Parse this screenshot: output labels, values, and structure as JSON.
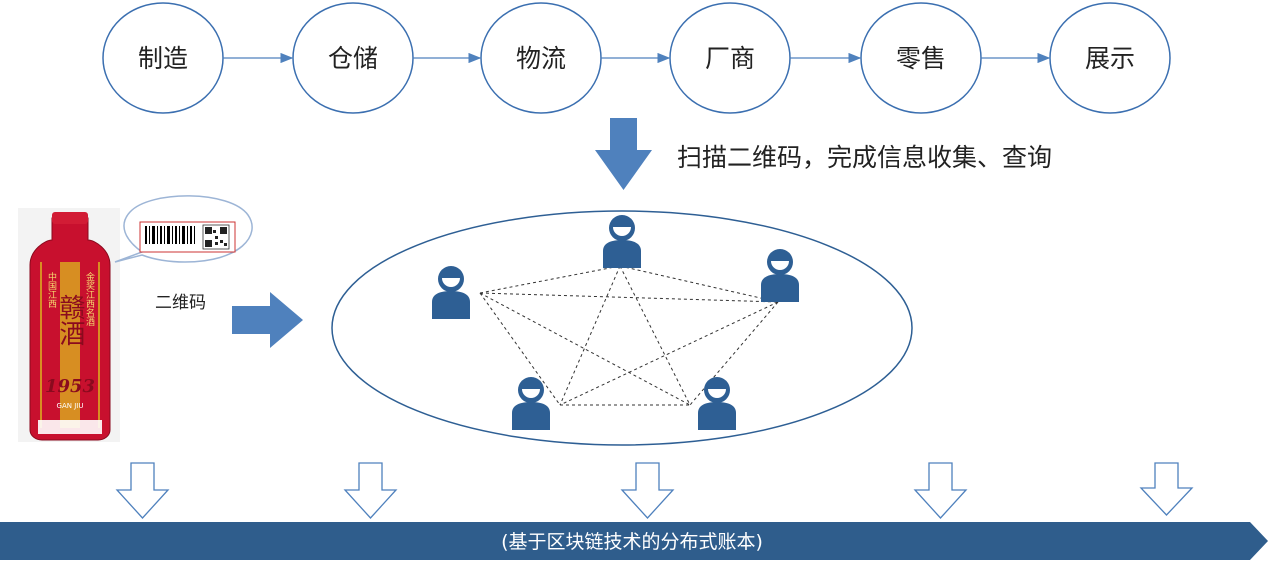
{
  "stages": [
    "制造",
    "仓储",
    "物流",
    "厂商",
    "零售",
    "展示"
  ],
  "scan_caption": "扫描二维码，完成信息收集、查询",
  "qr_label": "二维码",
  "ledger_label": "(基于区块链技术的分布式账本)",
  "product": {
    "brand_text": "赣酒",
    "year_text": "1953",
    "latin_text": "GAN JIU",
    "side_text_left": "中国江西",
    "side_text_right": "金奖江西名酒"
  },
  "colors": {
    "arrow_blue": "#4f81bd",
    "node_blue": "#2e5f94",
    "ledger_blue": "#2f5d8c",
    "stage_border": "#3b6fb0",
    "bottle_red": "#c8102e",
    "bottle_gold": "#d9a520"
  },
  "icons": {
    "stage_arrow": "arrow-right-icon",
    "scan_arrow": "arrow-down-icon",
    "qr_arrow": "arrow-right-icon",
    "down_arrow": "arrow-down-outline-icon",
    "node": "user-icon"
  }
}
